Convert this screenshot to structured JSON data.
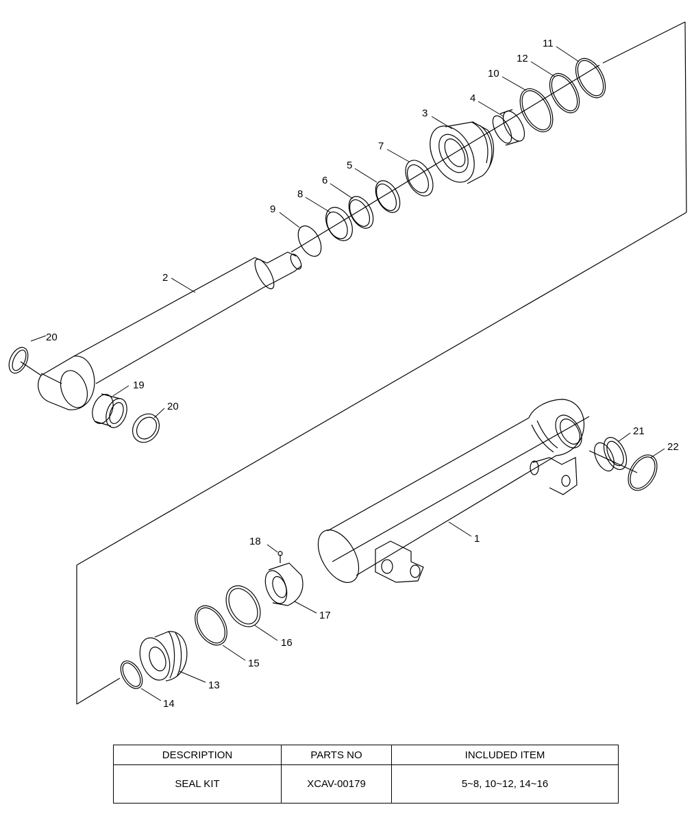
{
  "labels": {
    "p1": "1",
    "p2": "2",
    "p3": "3",
    "p4": "4",
    "p5": "5",
    "p6": "6",
    "p7": "7",
    "p8": "8",
    "p9": "9",
    "p10": "10",
    "p11": "11",
    "p12": "12",
    "p13": "13",
    "p14": "14",
    "p15": "15",
    "p16": "16",
    "p17": "17",
    "p18": "18",
    "p19": "19",
    "p20a": "20",
    "p20b": "20",
    "p21": "21",
    "p22": "22"
  },
  "table": {
    "headers": [
      "DESCRIPTION",
      "PARTS NO",
      "INCLUDED ITEM"
    ],
    "rows": [
      [
        "SEAL KIT",
        "XCAV-00179",
        "5~8, 10~12, 14~16"
      ]
    ]
  }
}
